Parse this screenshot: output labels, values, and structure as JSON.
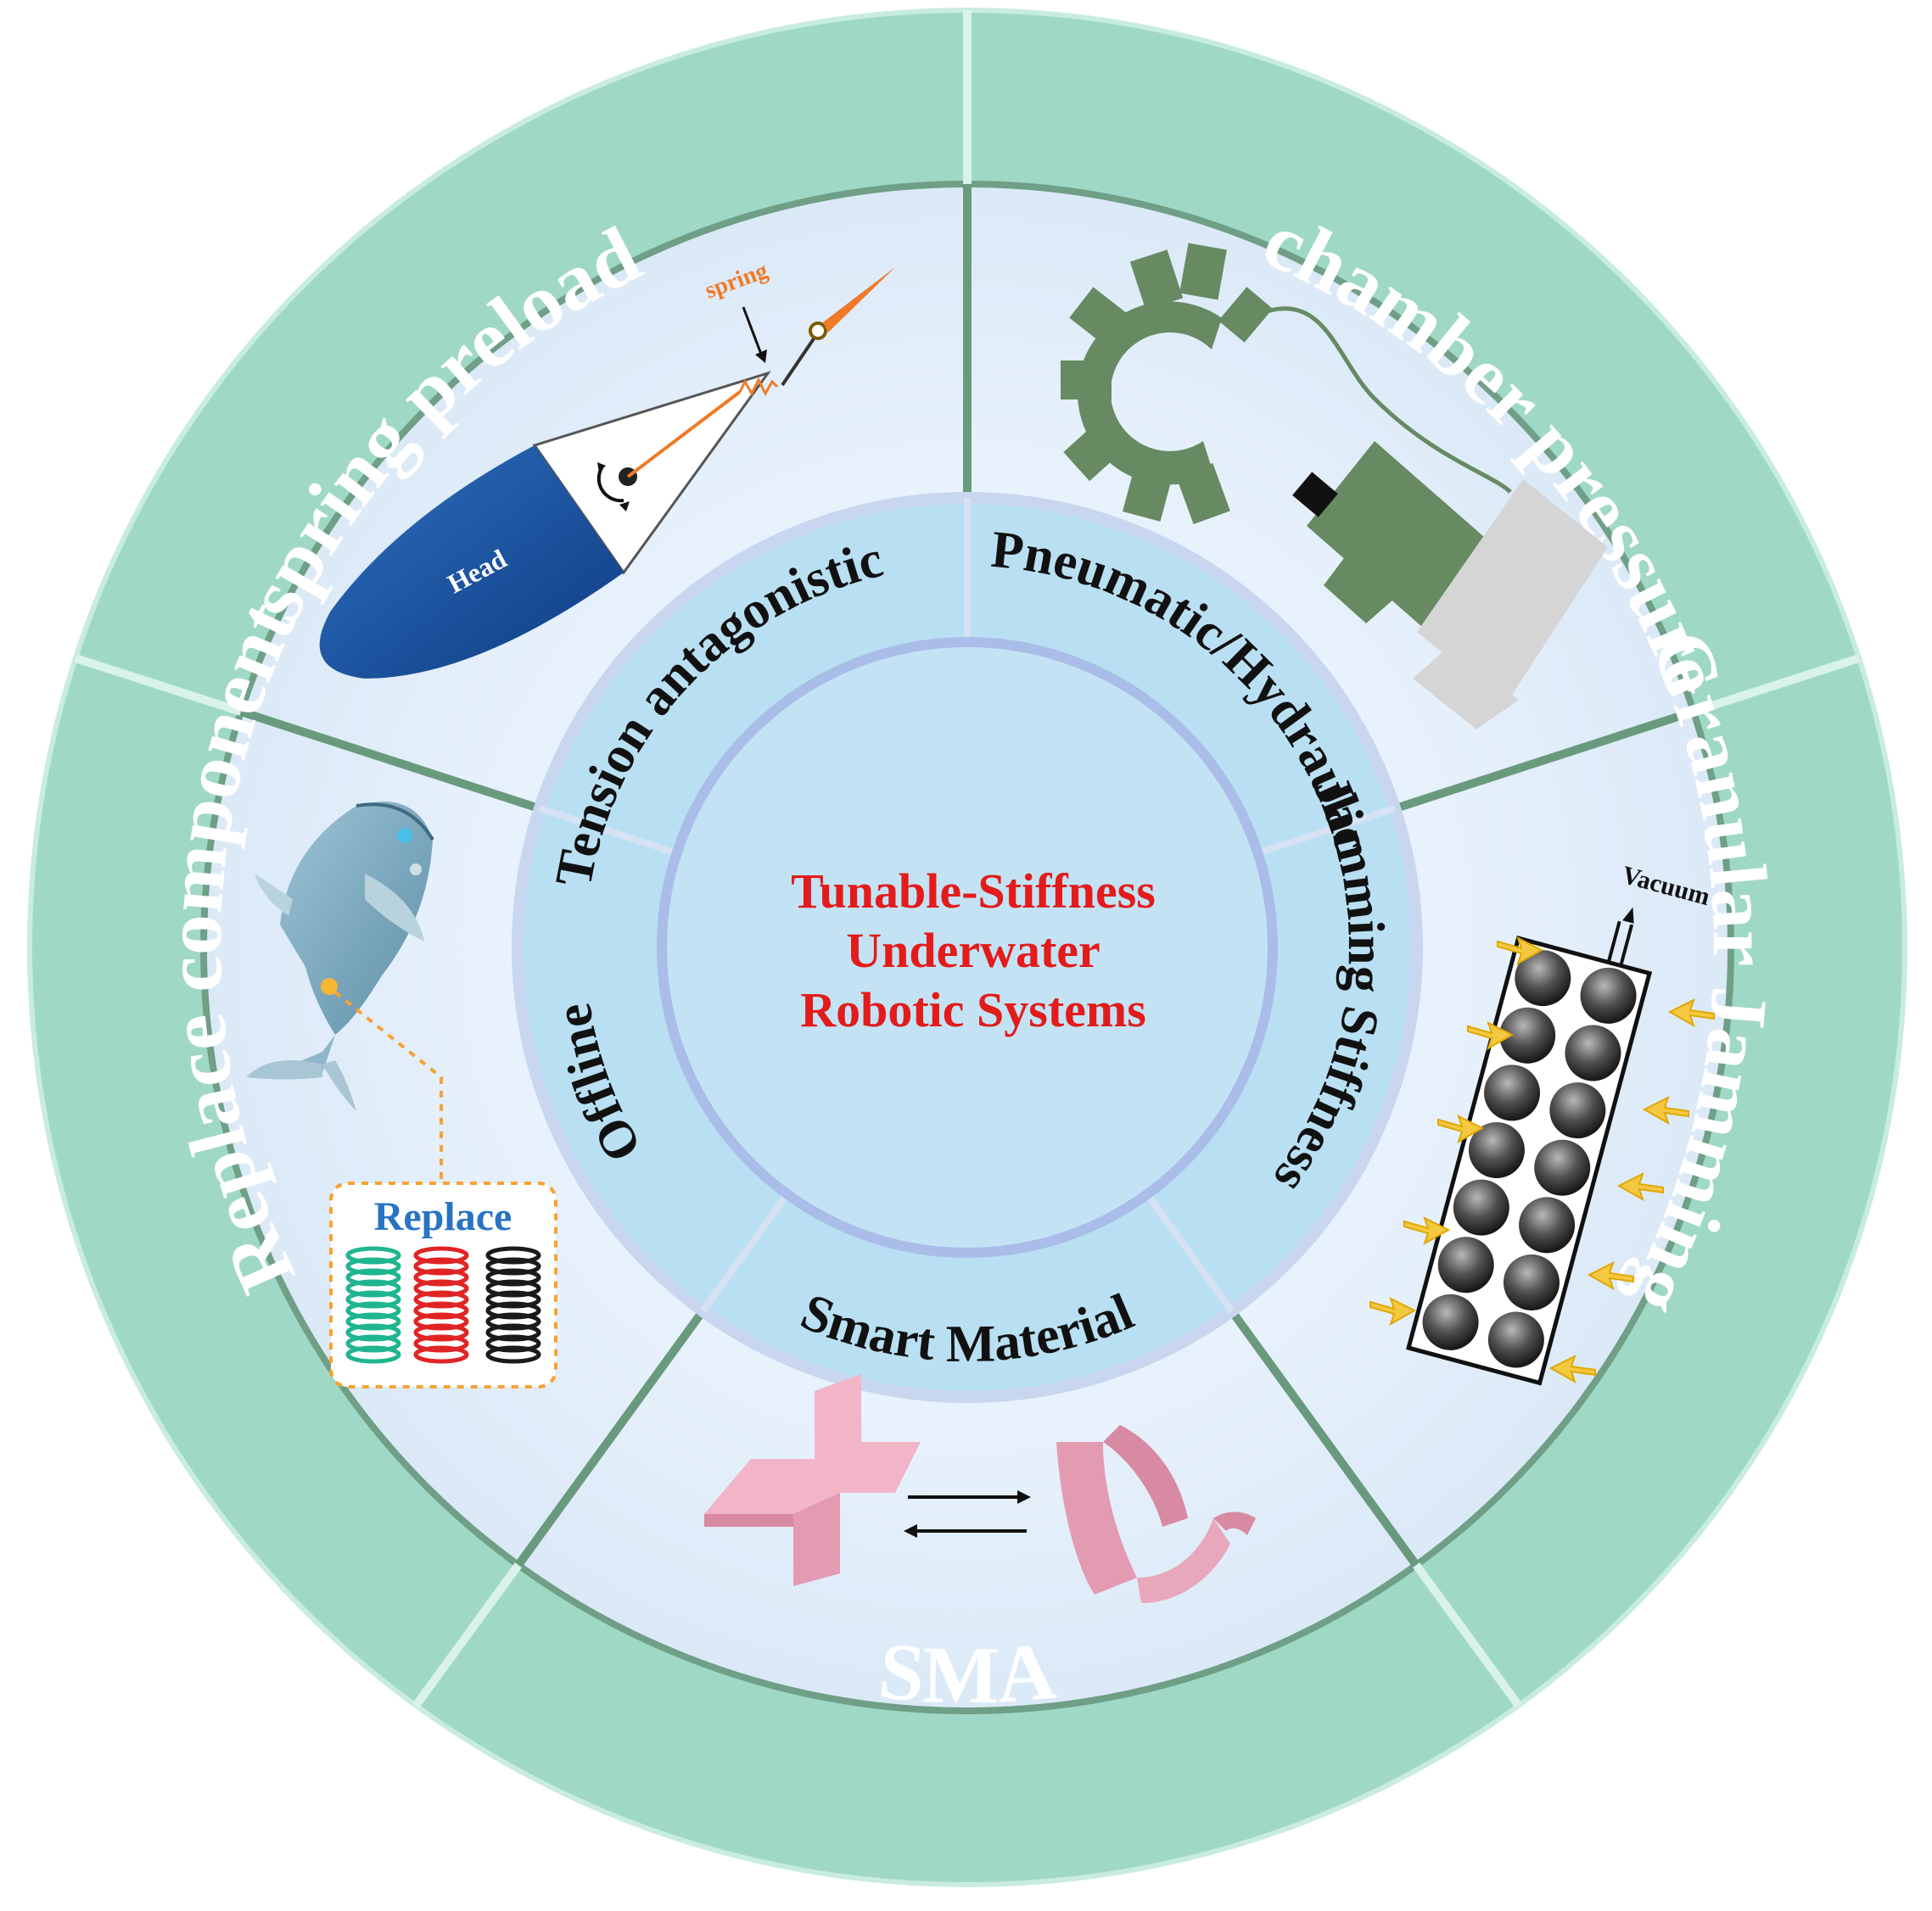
{
  "center": {
    "lines": [
      "Tunable-Stiffness",
      "Underwater",
      "Robotic Systems"
    ]
  },
  "middle_ring": {
    "tension": "Tension antagonistic",
    "pneumatic": "Pneumatic/Hydraulic",
    "jamming": "Jamming Stiffness",
    "smart": "Smart Material",
    "offline": "Offline"
  },
  "outer_ring": {
    "spring_preload": "spring preload",
    "chamber_pressure": "chamber pressure",
    "granular_jamming": "Granular Jamming",
    "sma": "SMA",
    "replace_component": "Replace component"
  },
  "illustrations": {
    "spring_label": "spring",
    "head_label": "Head",
    "vacuum_label": "Vacuum",
    "replace_label": "Replace"
  },
  "colors": {
    "outer_ring": "#9fd9c6",
    "panel": "#e4f0fb",
    "middle_ring": "#b9dff2",
    "center": "#c3e3f5",
    "center_text": "#e31b1b"
  }
}
